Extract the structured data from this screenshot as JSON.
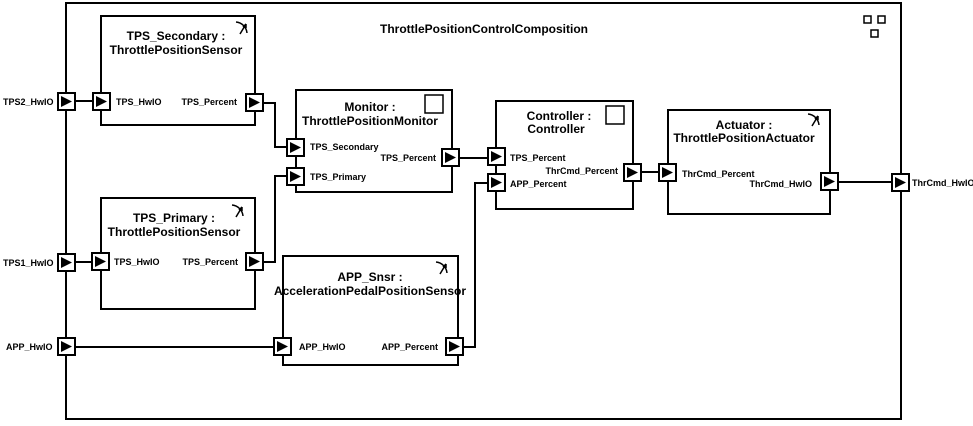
{
  "composition": {
    "title": "ThrottlePositionControlComposition",
    "ports": {
      "tps2_hwio": "TPS2_HwIO",
      "tps1_hwio": "TPS1_HwIO",
      "app_hwio": "APP_HwIO",
      "thrcmd_hwio": "ThrCmd_HwIO"
    }
  },
  "components": {
    "tps_secondary": {
      "title_line1": "TPS_Secondary :",
      "title_line2": "ThrottlePositionSensor",
      "ports": {
        "in": "TPS_HwIO",
        "out": "TPS_Percent"
      },
      "icon": "sensor-actuator-icon"
    },
    "tps_primary": {
      "title_line1": "TPS_Primary :",
      "title_line2": "ThrottlePositionSensor",
      "ports": {
        "in": "TPS_HwIO",
        "out": "TPS_Percent"
      },
      "icon": "sensor-actuator-icon"
    },
    "monitor": {
      "title_line1": "Monitor :",
      "title_line2": "ThrottlePositionMonitor",
      "ports": {
        "in_secondary": "TPS_Secondary",
        "in_primary": "TPS_Primary",
        "out": "TPS_Percent"
      },
      "icon": "application-icon"
    },
    "app_snsr": {
      "title_line1": "APP_Snsr :",
      "title_line2": "AccelerationPedalPositionSensor",
      "ports": {
        "in": "APP_HwIO",
        "out": "APP_Percent"
      },
      "icon": "sensor-actuator-icon"
    },
    "controller": {
      "title_line1": "Controller :",
      "title_line2": "Controller",
      "ports": {
        "in_tps": "TPS_Percent",
        "in_app": "APP_Percent",
        "out": "ThrCmd_Percent"
      },
      "icon": "application-icon"
    },
    "actuator": {
      "title_line1": "Actuator :",
      "title_line2": "ThrottlePositionActuator",
      "ports": {
        "in": "ThrCmd_Percent",
        "out": "ThrCmd_HwIO"
      },
      "icon": "sensor-actuator-icon"
    }
  },
  "composition_icon": "composition-icon"
}
